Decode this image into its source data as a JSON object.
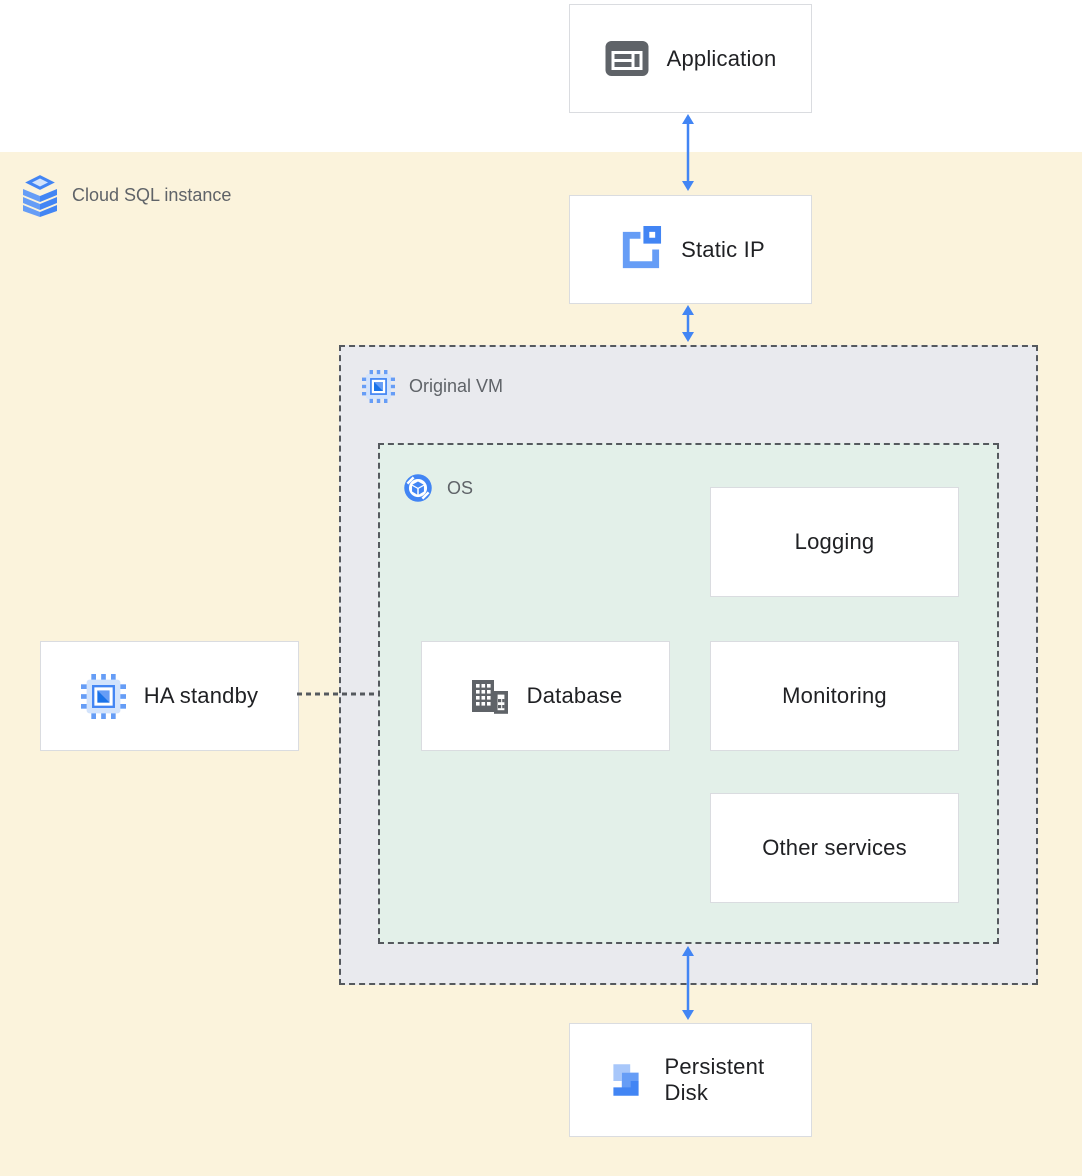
{
  "zones": {
    "cloud_sql": {
      "label": "Cloud SQL instance",
      "icon": "cloud-sql-icon",
      "bg": "#FBF3DC"
    },
    "original_vm": {
      "label": "Original VM",
      "icon": "compute-engine-icon",
      "bg": "#E9EAEE"
    },
    "os": {
      "label": "OS",
      "icon": "os-icon",
      "bg": "#E3F0E9"
    }
  },
  "nodes": {
    "application": {
      "label": "Application",
      "icon": "application-window-icon"
    },
    "static_ip": {
      "label": "Static IP",
      "icon": "static-ip-icon"
    },
    "logging": {
      "label": "Logging"
    },
    "database": {
      "label": "Database",
      "icon": "datacenter-icon"
    },
    "monitoring": {
      "label": "Monitoring"
    },
    "other_services": {
      "label": "Other services"
    },
    "ha_standby": {
      "label": "HA standby",
      "icon": "compute-engine-icon"
    },
    "persistent_disk": {
      "label": "Persistent Disk",
      "icon": "persistent-disk-icon"
    }
  },
  "edges": [
    {
      "from": "Application",
      "to": "Static IP",
      "style": "blue-double-arrow"
    },
    {
      "from": "Static IP",
      "to": "Original VM",
      "style": "blue-double-arrow"
    },
    {
      "from": "OS",
      "to": "Persistent Disk",
      "style": "blue-double-arrow"
    },
    {
      "from": "HA standby",
      "to": "Original VM",
      "style": "gray-dashed-line"
    }
  ],
  "colors": {
    "arrow_blue": "#4285F4",
    "blue_mid": "#669DF6",
    "blue_light": "#A8C7FA",
    "blue_pale": "#D2E3FC",
    "blue_dark": "#1A73E8",
    "icon_gray": "#5F6368",
    "zone_label_gray": "#5F6368",
    "node_text": "#202124",
    "node_border": "#DADCE0",
    "dashed_border": "#55595E",
    "cloud_sql_bg": "#FBF3DC",
    "vm_bg": "#E9EAEE",
    "os_bg": "#E3F0E9"
  }
}
